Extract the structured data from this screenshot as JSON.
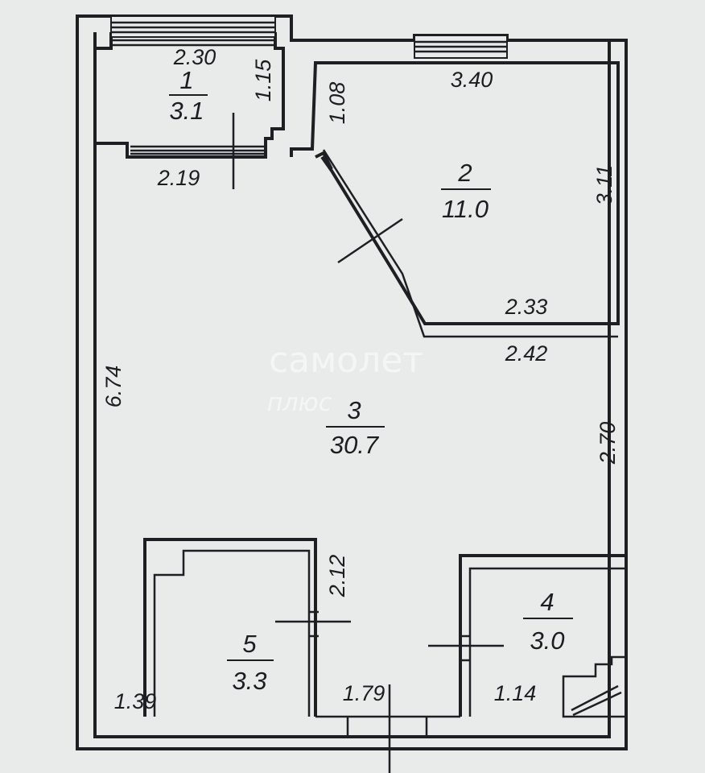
{
  "plan": {
    "rooms": [
      {
        "number": "1",
        "area": "3.1"
      },
      {
        "number": "2",
        "area": "11.0"
      },
      {
        "number": "3",
        "area": "30.7"
      },
      {
        "number": "4",
        "area": "3.0"
      },
      {
        "number": "5",
        "area": "3.3"
      }
    ],
    "dimensions": {
      "r1_width": "2.30",
      "r1_depth": "1.15",
      "r1_bottom": "2.19",
      "r2_left": "1.08",
      "r2_top": "3.40",
      "r2_right": "3.11",
      "r2_bottom": "2.33",
      "r3_top": "2.42",
      "r3_left": "6.74",
      "r3_right": "2.70",
      "r3_bottom": "1.79",
      "r5_height": "2.12",
      "r5_left": "1.39",
      "r4_bottom": "1.14"
    },
    "watermark": {
      "line1": "самолет",
      "line2": "плюс"
    }
  }
}
